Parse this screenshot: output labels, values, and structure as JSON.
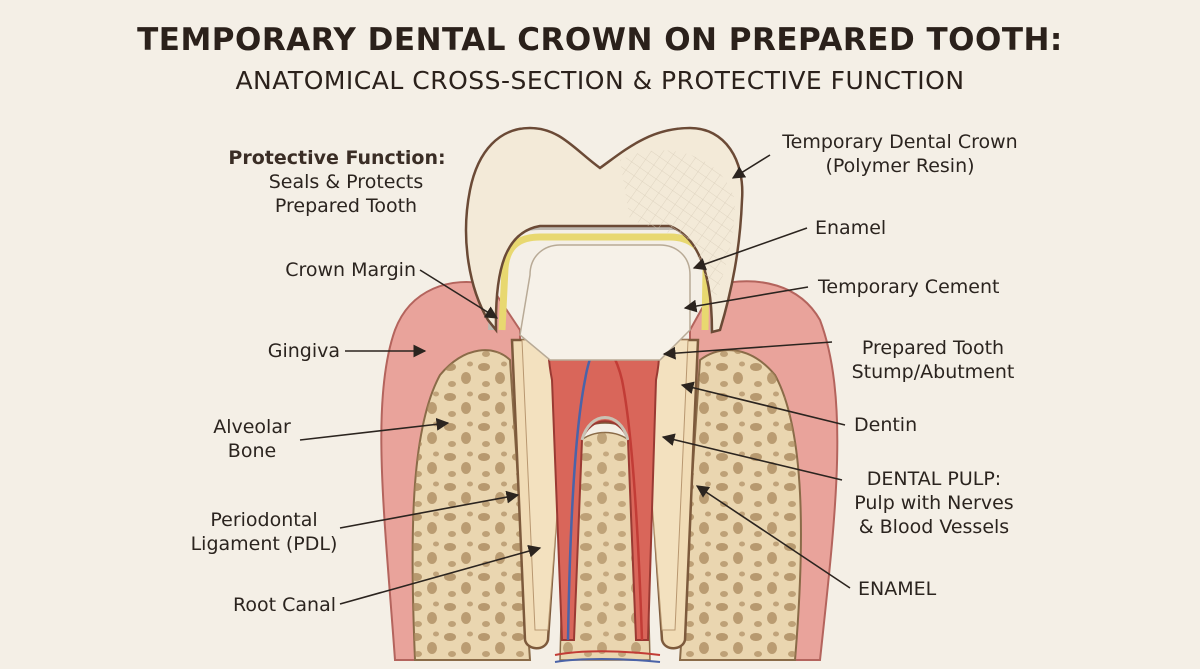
{
  "title": {
    "line1": "TEMPORARY DENTAL CROWN ON PREPARED TOOTH:",
    "line2": "ANATOMICAL CROSS-SECTION & PROTECTIVE FUNCTION"
  },
  "labels": {
    "protective_title": "Protective Function:",
    "protective_line2": "Seals & Protects",
    "protective_line3": "Prepared Tooth",
    "crown_margin": "Crown Margin",
    "gingiva": "Gingiva",
    "alveolar_line1": "Alveolar",
    "alveolar_line2": "Bone",
    "pdl_line1": "Periodontal",
    "pdl_line2": "Ligament (PDL)",
    "root_canal": "Root Canal",
    "temp_crown_line1": "Temporary Dental Crown",
    "temp_crown_line2": "(Polymer Resin)",
    "enamel": "Enamel",
    "temp_cement": "Temporary Cement",
    "stump_line1": "Prepared Tooth",
    "stump_line2": "Stump/Abutment",
    "dentin": "Dentin",
    "pulp_line1": "DENTAL PULP:",
    "pulp_line2": "Pulp with Nerves",
    "pulp_line3": "& Blood Vessels",
    "enamel_lower": "ENAMEL"
  },
  "colors": {
    "background": "#f4efe6",
    "crown": "#f3ead8",
    "gingiva": "#e79a93",
    "bone": "#ead6b0",
    "bone_pores": "#a8865a",
    "dentin": "#f1dcb6",
    "pulp": "#d9665a",
    "cement": "#e8d870",
    "nerve": "#4a63a8",
    "outline": "#6b4a36"
  }
}
